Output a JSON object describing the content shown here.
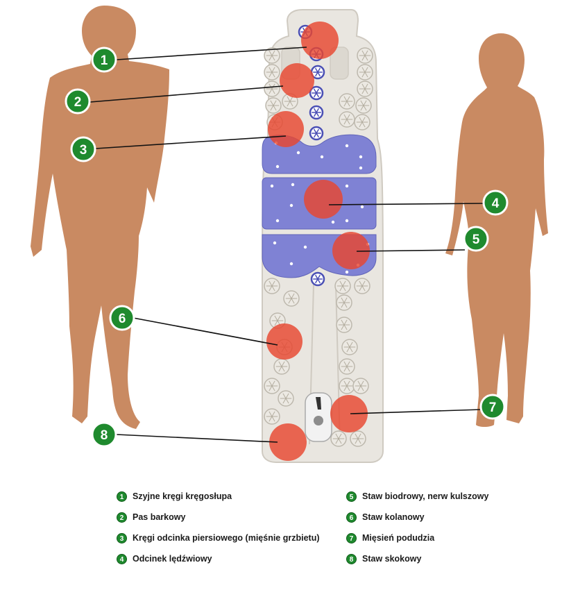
{
  "colors": {
    "silhouette": "#c98a62",
    "mat": "#e9e6e0",
    "mat_edge": "#cfcac1",
    "pad": "#7f82d4",
    "zone": "#e8472f",
    "badge": "#1f8a2e",
    "badge_border": "#0f5c1a",
    "line": "#111111"
  },
  "markers": [
    {
      "number": "1",
      "label": "Szyjne kręgi kręgosłupa"
    },
    {
      "number": "2",
      "label": "Pas barkowy"
    },
    {
      "number": "3",
      "label": "Kręgi odcinka piersiowego (mięśnie grzbietu)"
    },
    {
      "number": "4",
      "label": "Odcinek lędźwiowy"
    },
    {
      "number": "5",
      "label": "Staw biodrowy, nerw kulszowy"
    },
    {
      "number": "6",
      "label": "Staw kolanowy"
    },
    {
      "number": "7",
      "label": "Mięsień podudzia"
    },
    {
      "number": "8",
      "label": "Staw skokowy"
    }
  ]
}
